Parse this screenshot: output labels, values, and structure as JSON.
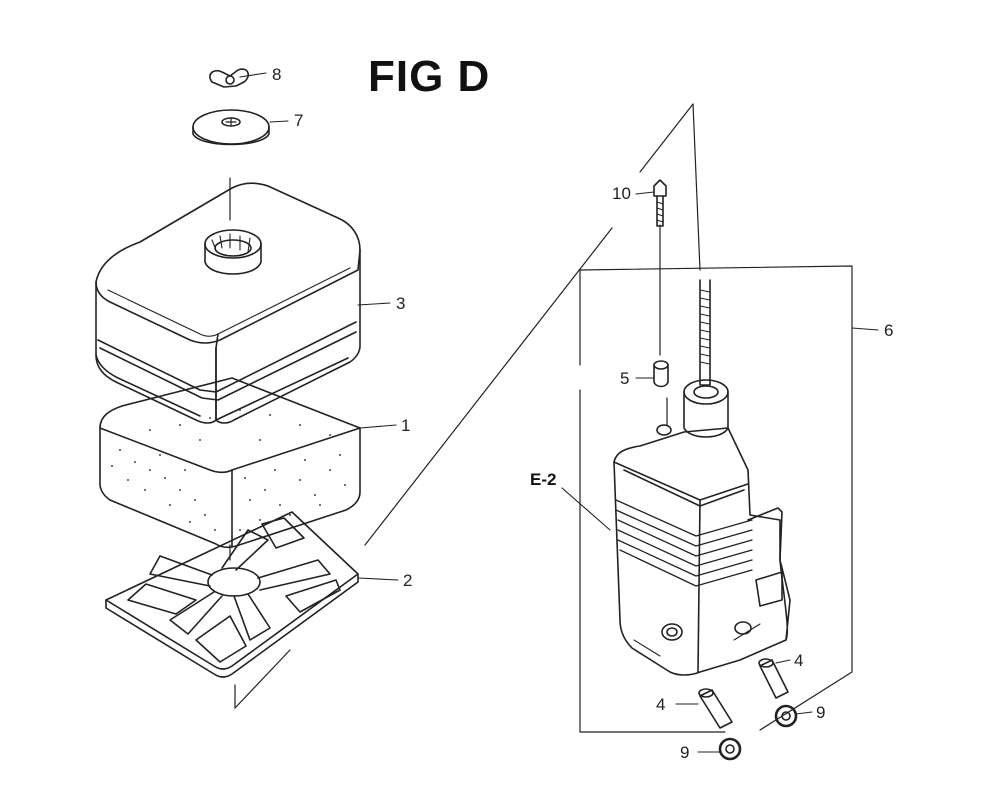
{
  "figure": {
    "title": "FIG D",
    "reference": "E-2",
    "callouts": {
      "c1": "1",
      "c2": "2",
      "c3": "3",
      "c4a": "4",
      "c4b": "4",
      "c5": "5",
      "c6": "6",
      "c7": "7",
      "c8": "8",
      "c9a": "9",
      "c9b": "9",
      "c10": "10"
    }
  }
}
